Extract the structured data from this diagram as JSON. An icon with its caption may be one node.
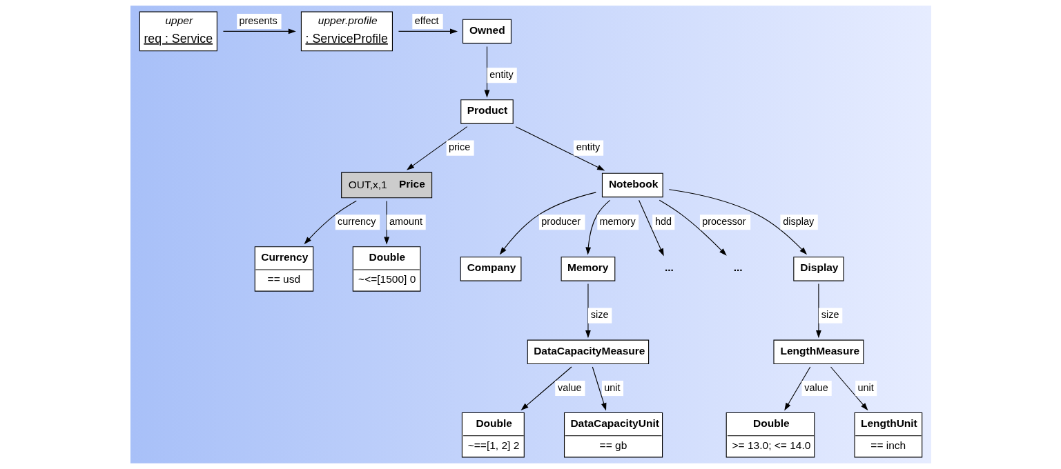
{
  "diagram": {
    "nodes": [
      {
        "text": [
          "upper",
          "req : Service"
        ]
      },
      {
        "text": [
          "upper.profile",
          ": ServiceProfile"
        ]
      },
      {
        "text": [
          "Owned"
        ]
      },
      {
        "text": [
          "OUT,x,1",
          "Price"
        ]
      },
      {
        "text": [
          "Product"
        ]
      },
      {
        "text": [
          "Notebook"
        ]
      },
      {
        "text": [
          "Currency",
          "== usd"
        ]
      },
      {
        "text": [
          "Double",
          "~<=[1500] 0"
        ]
      },
      {
        "text": [
          "Company"
        ]
      },
      {
        "text": [
          "Memory"
        ]
      },
      {
        "text": [
          "..."
        ]
      },
      {
        "text": [
          "..."
        ]
      },
      {
        "text": [
          "Display"
        ]
      },
      {
        "text": [
          "LengthMeasure"
        ]
      },
      {
        "text": [
          "DataCapacityMeasure"
        ]
      },
      {
        "text": [
          "Double",
          ">= 13.0; <= 14.0"
        ]
      },
      {
        "text": [
          "LengthUnit",
          "== inch"
        ]
      },
      {
        "text": [
          "Double",
          "~==[1, 2] 2"
        ]
      },
      {
        "text": [
          "DataCapacityUnit",
          "== gb"
        ]
      }
    ],
    "edges": [
      {
        "from": 0,
        "to": 1,
        "arrow": "to",
        "label": "presents"
      },
      {
        "from": 1,
        "to": 2,
        "arrow": "to",
        "label": "effect"
      },
      {
        "from": 2,
        "to": 4,
        "arrow": "to",
        "label": "entity"
      },
      {
        "from": 4,
        "to": 3,
        "arrow": "to",
        "label": "price"
      },
      {
        "from": 4,
        "to": 5,
        "arrow": "to",
        "label": "entity"
      },
      {
        "from": 3,
        "to": 6,
        "arrow": "to",
        "label": "currency"
      },
      {
        "from": 3,
        "to": 7,
        "arrow": "to",
        "label": "amount"
      },
      {
        "from": 5,
        "to": 8,
        "arrow": "to",
        "label": "producer"
      },
      {
        "from": 5,
        "to": 12,
        "arrow": "to",
        "label": "display"
      },
      {
        "from": 5,
        "to": 9,
        "arrow": "to",
        "label": "memory"
      },
      {
        "from": 5,
        "to": 10,
        "arrow": "to",
        "label": "hdd"
      },
      {
        "from": 5,
        "to": 11,
        "arrow": "to",
        "label": "processor"
      },
      {
        "from": 12,
        "to": 13,
        "arrow": "to",
        "label": "size"
      },
      {
        "from": 9,
        "to": 14,
        "arrow": "to",
        "label": "size"
      },
      {
        "from": 13,
        "to": 15,
        "arrow": "to",
        "label": "value"
      },
      {
        "from": 13,
        "to": 16,
        "arrow": "to",
        "label": "unit"
      },
      {
        "from": 14,
        "to": 17,
        "arrow": "to",
        "label": "value"
      },
      {
        "from": 14,
        "to": 18,
        "arrow": "to",
        "label": "unit"
      }
    ]
  }
}
